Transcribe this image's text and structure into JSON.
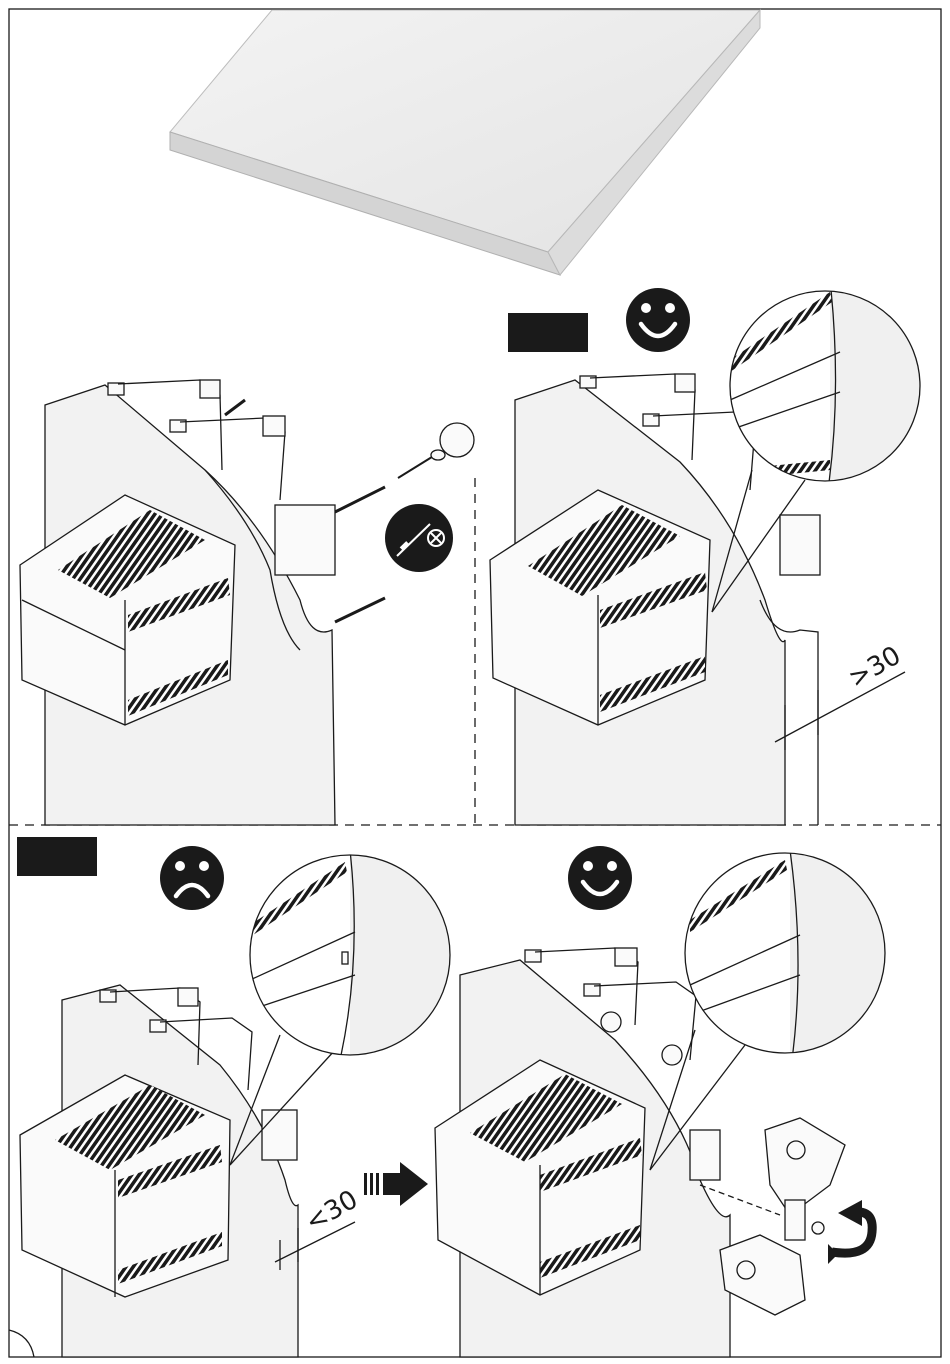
{
  "panels": [
    {
      "id": "mounting",
      "label": "",
      "icon": "screwdriver-phillips-icon"
    },
    {
      "id": "gap-ok",
      "label": "",
      "mood": "smiley-happy-icon",
      "dimension": ">30"
    },
    {
      "id": "gap-too-small",
      "label": "",
      "mood": "smiley-sad-icon",
      "dimension": "<30"
    },
    {
      "id": "rotate-bracket",
      "label": "",
      "mood": "smiley-happy-icon",
      "action_icon": "push-arrow-icon",
      "rotate_icon": "rotate-arrow-icon"
    }
  ],
  "colors": {
    "ink": "#1a1a1a",
    "panel": "#f2f2f2",
    "tab_badge": "#1a1a1a"
  }
}
